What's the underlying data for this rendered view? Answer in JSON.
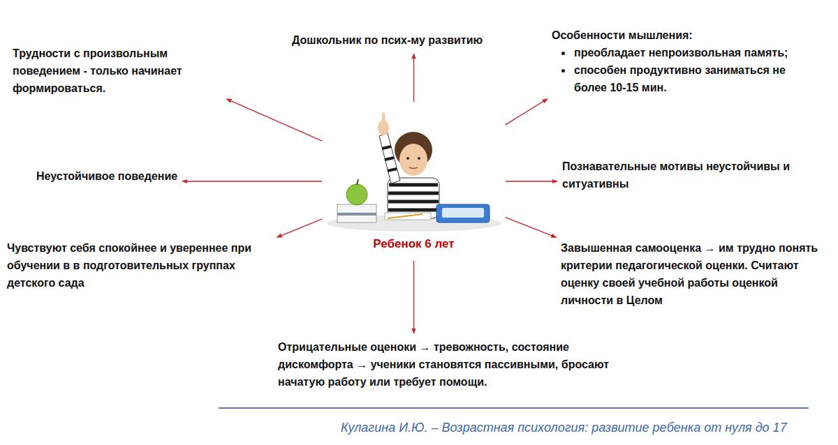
{
  "diagram": {
    "caption": "Кулагина И.Ю. – Возрастная психология: развитие ребенка от нуля до 17",
    "nodes": [
      {
        "text": [
          "Трудности с произвольным поведением - только начинает формироваться."
        ]
      },
      {
        "text": [
          "Дошкольник по псих-му развитию"
        ]
      },
      {
        "text": [
          "Особенности мышления:",
          "преобладает непроизвольная память;",
          "способен продуктивно заниматься не более 10-15 мин."
        ]
      },
      {
        "text": [
          "Неустойчивое поведение"
        ]
      },
      {
        "text": [
          "Познавательные мотивы неустойчивы и ситуативны"
        ]
      },
      {
        "text": [
          "Чувствуют себя спокойнее и увереннее при обучении в в подготовительных группах детского сада"
        ]
      },
      {
        "text": [
          "Ребенок 6 лет"
        ]
      },
      {
        "text": [
          "Завышенная самооценка → им трудно понять критерии педагогической оценки. Считают оценку своей учебной работы оценкой личности в Целом"
        ]
      },
      {
        "text": [
          "Отрицательные оценоки → тревожность, состояние дискомфорта → ученики становятся пассивными, бросают начатую работу или требует помощи."
        ]
      }
    ],
    "edges": [
      {
        "from": 6,
        "to": 0,
        "arrow": "to"
      },
      {
        "from": 6,
        "to": 1,
        "arrow": "to"
      },
      {
        "from": 6,
        "to": 2,
        "arrow": "to"
      },
      {
        "from": 6,
        "to": 3,
        "arrow": "to"
      },
      {
        "from": 6,
        "to": 4,
        "arrow": "to"
      },
      {
        "from": 6,
        "to": 5,
        "arrow": "to"
      },
      {
        "from": 6,
        "to": 7,
        "arrow": "to"
      },
      {
        "from": 6,
        "to": 8,
        "arrow": "to"
      }
    ]
  }
}
